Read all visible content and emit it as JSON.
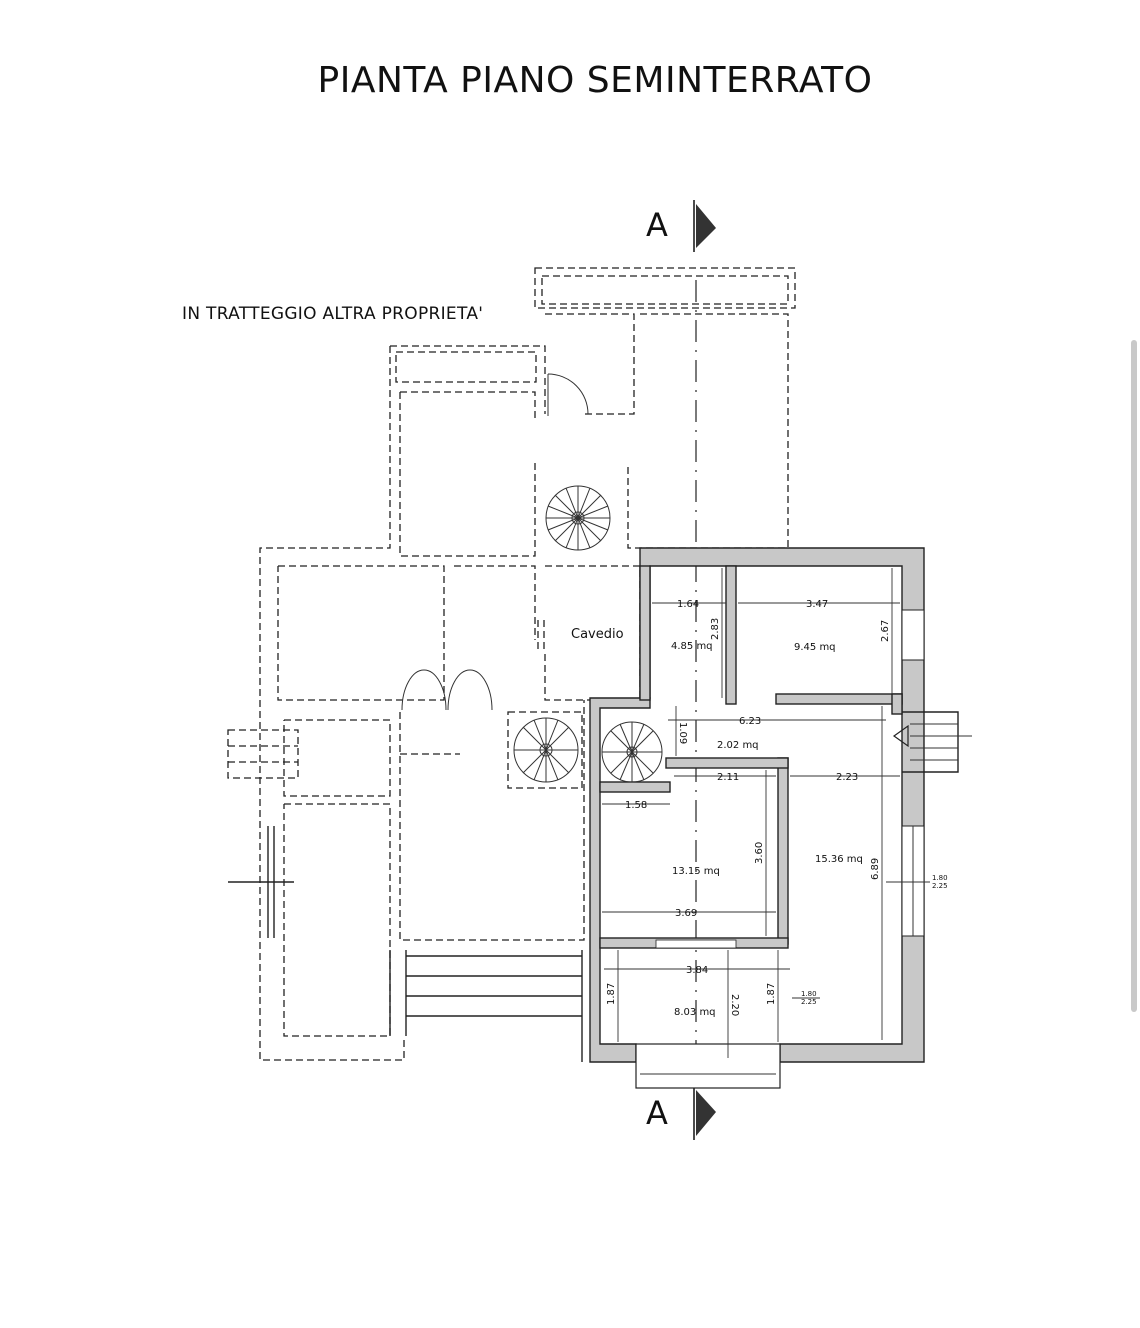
{
  "header": {
    "title": "PIANTA PIANO SEMINTERRATO"
  },
  "legend": {
    "note": "IN TRATTEGGIO ALTRA PROPRIETA'"
  },
  "section": {
    "top_label": "A",
    "bottom_label": "A"
  },
  "rooms": {
    "cavedio": "Cavedio",
    "areas": [
      "4.85 mq",
      "9.45 mq",
      "2.02 mq",
      "13.15 mq",
      "15.36 mq",
      "8.03 mq"
    ]
  },
  "dimensions": {
    "d164": "1.64",
    "d347": "3.47",
    "d283": "2.83",
    "d267": "2.67",
    "d623": "6.23",
    "d109": "1.09",
    "d211": "2.11",
    "d223": "2.23",
    "d158": "1.58",
    "d360": "3.60",
    "d689": "6.89",
    "d369": "3.69",
    "d384": "3.84",
    "d187a": "1.87",
    "d220": "2.20",
    "d187b": "1.87"
  },
  "openings": {
    "window_right_top": "1.80",
    "window_right_bottom": "2.25",
    "window_low_top": "1.80",
    "window_low_bottom": "2.25"
  },
  "colors": {
    "wall_fill": "#c8c8c8",
    "line": "#222222"
  }
}
